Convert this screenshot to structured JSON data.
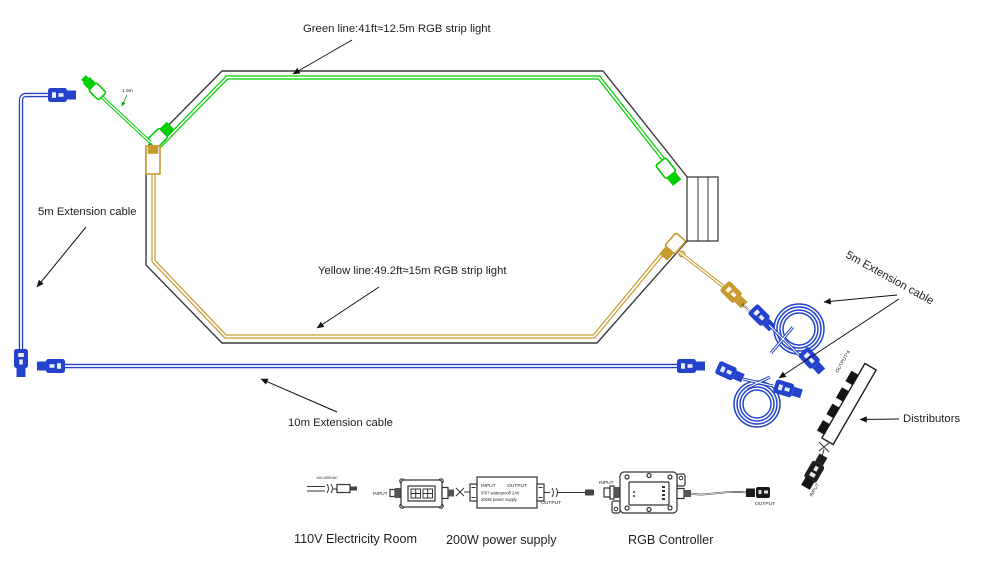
{
  "diagram": {
    "labels": {
      "green_strip": "Green line:41ft≈12.5m RGB strip light",
      "yellow_strip": "Yellow line:49.2ft≈15m RGB strip light",
      "extension_5m_left": "5m Extension cable",
      "extension_10m": "10m Extension cable",
      "extension_5m_right": "5m Extension cable",
      "jumper_length": "1.5m",
      "distributors": "Distributors",
      "electricity_room": "110V Electricity Room",
      "power_supply": "200W power supply",
      "rgb_controller": "RGB Controller"
    },
    "component_text": {
      "ac_rating": "100-305VAC",
      "junction_input": "INPUT",
      "psu_input": "INPUT",
      "psu_output": "OUTPUT",
      "psu_spec_line1": "IP67 waterproof/ 24V",
      "psu_spec_line2": "200W power supply",
      "psu_output_tag": "OUTPUT",
      "controller_input": "INPUT",
      "controller_output": "OUTPUT",
      "distributor_outputs": "OUTPUT*4",
      "distributor_input": "INPUT",
      "strip_input": "INPUT"
    },
    "colors": {
      "green_strip": "#00cf00",
      "yellow_strip": "#c79b2e",
      "blue_cable": "#2343cd",
      "outline": "#3c3c3c",
      "text": "#1f1f1f"
    }
  }
}
